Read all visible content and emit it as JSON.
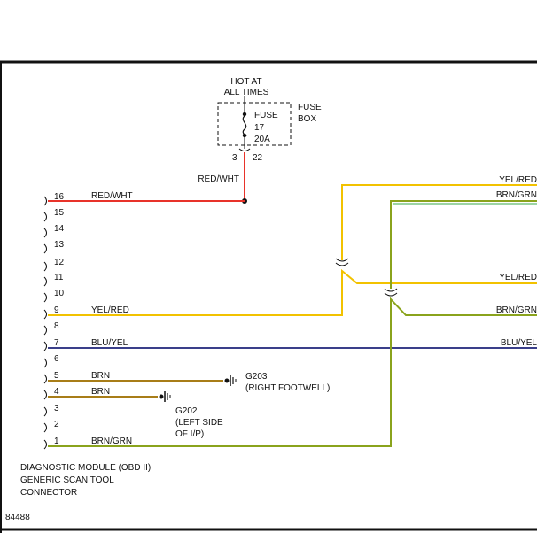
{
  "power": {
    "hot_line1": "HOT AT",
    "hot_line2": "ALL TIMES",
    "fuse_label": "FUSE",
    "fuse_number": "17",
    "fuse_rating": "20A",
    "box_line1": "FUSE",
    "box_line2": "BOX",
    "terminal_left": "3",
    "terminal_right": "22",
    "wire_color": "RED/WHT"
  },
  "connector": {
    "pins": [
      "16",
      "15",
      "14",
      "13",
      "12",
      "11",
      "10",
      "9",
      "8",
      "7",
      "6",
      "5",
      "4",
      "3",
      "2",
      "1"
    ],
    "label_line1": "DIAGNOSTIC MODULE (OBD II)",
    "label_line2": "GENERIC SCAN TOOL",
    "label_line3": "CONNECTOR"
  },
  "wires": {
    "pin16": "RED/WHT",
    "pin9": "YEL/RED",
    "pin7": "BLU/YEL",
    "pin5": "BRN",
    "pin4": "BRN",
    "pin1": "BRN/GRN",
    "right_top_yel": "YEL/RED",
    "right_top_brn": "BRN/GRN",
    "right_mid_yel": "YEL/RED",
    "right_mid_brn": "BRN/GRN",
    "right_blu": "BLU/YEL"
  },
  "grounds": {
    "g203_id": "G203",
    "g203_loc": "(RIGHT FOOTWELL)",
    "g202_id": "G202",
    "g202_loc1": "(LEFT SIDE",
    "g202_loc2": "OF I/P)"
  },
  "figure_number": "84488",
  "colors": {
    "red_wht": "#e8332a",
    "yel_red": "#f2c200",
    "blu_yel": "#3a3f8a",
    "brn": "#a87d18",
    "brn_grn": "#8aa31c",
    "grn_stripe": "#3aa84a"
  }
}
